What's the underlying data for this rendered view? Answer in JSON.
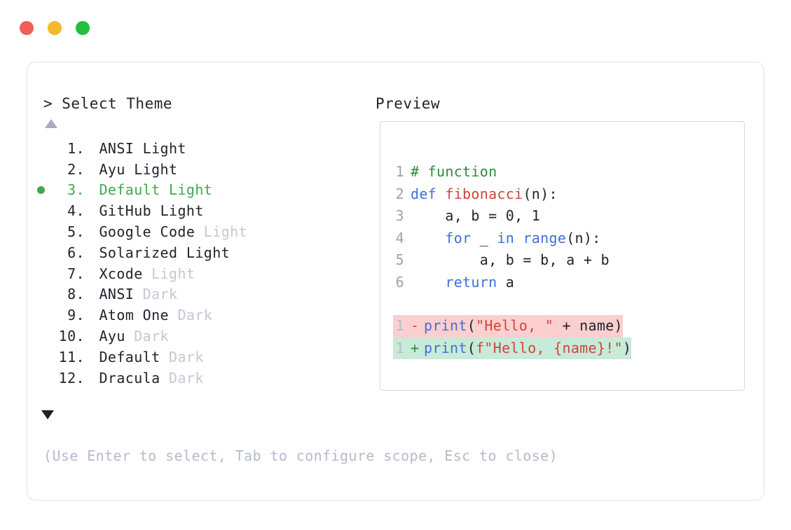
{
  "window": {
    "dots": [
      {
        "name": "close-dot",
        "color": "#f25d55"
      },
      {
        "name": "minimize-dot",
        "color": "#f5b92b"
      },
      {
        "name": "maximize-dot",
        "color": "#24bf3f"
      }
    ]
  },
  "prompt": {
    "marker": ">",
    "title": "Select Theme",
    "heading_text": "> Select Theme"
  },
  "preview": {
    "heading": "Preview"
  },
  "scroll": {
    "up_arrow": "▲",
    "down_arrow": "▼"
  },
  "theme_list": {
    "selected_index": 3,
    "selected_color": "#3fa850",
    "dim_color": "#c2c8d4",
    "items": [
      {
        "index": "1.",
        "name": "ANSI",
        "variant": "Light",
        "dim_variant": false,
        "selected": false
      },
      {
        "index": "2.",
        "name": "Ayu",
        "variant": "Light",
        "dim_variant": false,
        "selected": false
      },
      {
        "index": "3.",
        "name": "Default",
        "variant": "Light",
        "dim_variant": false,
        "selected": true
      },
      {
        "index": "4.",
        "name": "GitHub",
        "variant": "Light",
        "dim_variant": false,
        "selected": false
      },
      {
        "index": "5.",
        "name": "Google Code",
        "variant": "Light",
        "dim_variant": true,
        "selected": false
      },
      {
        "index": "6.",
        "name": "Solarized",
        "variant": "Light",
        "dim_variant": false,
        "selected": false
      },
      {
        "index": "7.",
        "name": "Xcode",
        "variant": "Light",
        "dim_variant": true,
        "selected": false
      },
      {
        "index": "8.",
        "name": "ANSI",
        "variant": "Dark",
        "dim_variant": true,
        "selected": false
      },
      {
        "index": "9.",
        "name": "Atom One",
        "variant": "Dark",
        "dim_variant": true,
        "selected": false
      },
      {
        "index": "10.",
        "name": "Ayu",
        "variant": "Dark",
        "dim_variant": true,
        "selected": false
      },
      {
        "index": "11.",
        "name": "Default",
        "variant": "Dark",
        "dim_variant": true,
        "selected": false
      },
      {
        "index": "12.",
        "name": "Dracula",
        "variant": "Dark",
        "dim_variant": true,
        "selected": false
      }
    ]
  },
  "code_preview": {
    "language": "python",
    "lines": [
      {
        "ln": "1",
        "tokens": [
          {
            "t": "# function",
            "c": "comment"
          }
        ]
      },
      {
        "ln": "2",
        "tokens": [
          {
            "t": "def ",
            "c": "kw"
          },
          {
            "t": "fibonacci",
            "c": "fn"
          },
          {
            "t": "(n):",
            "c": "plain"
          }
        ]
      },
      {
        "ln": "3",
        "tokens": [
          {
            "t": "    a, b = 0, 1",
            "c": "plain"
          }
        ]
      },
      {
        "ln": "4",
        "tokens": [
          {
            "t": "    ",
            "c": "plain"
          },
          {
            "t": "for",
            "c": "kw"
          },
          {
            "t": " _ ",
            "c": "plain"
          },
          {
            "t": "in",
            "c": "kw"
          },
          {
            "t": " ",
            "c": "plain"
          },
          {
            "t": "range",
            "c": "builtin"
          },
          {
            "t": "(n):",
            "c": "plain"
          }
        ]
      },
      {
        "ln": "5",
        "tokens": [
          {
            "t": "        a, b = b, a + b",
            "c": "plain"
          }
        ]
      },
      {
        "ln": "6",
        "tokens": [
          {
            "t": "    ",
            "c": "plain"
          },
          {
            "t": "return",
            "c": "kw"
          },
          {
            "t": " a",
            "c": "plain"
          }
        ]
      }
    ],
    "diff": [
      {
        "ln": "1",
        "sign": "-",
        "type": "removed",
        "bg": "#fbcfcf",
        "tokens": [
          {
            "t": "print",
            "c": "builtin"
          },
          {
            "t": "(",
            "c": "plain"
          },
          {
            "t": "\"Hello, \"",
            "c": "str"
          },
          {
            "t": " + name)",
            "c": "plain"
          }
        ]
      },
      {
        "ln": "1",
        "sign": "+",
        "type": "added",
        "bg": "#c8ead8",
        "tokens": [
          {
            "t": "print",
            "c": "builtin"
          },
          {
            "t": "(",
            "c": "plain"
          },
          {
            "t": "f\"Hello, {name}!\"",
            "c": "str"
          },
          {
            "t": ")",
            "c": "plain"
          }
        ]
      }
    ]
  },
  "footer": {
    "hint": "(Use Enter to select, Tab to configure scope, Esc to close)"
  }
}
